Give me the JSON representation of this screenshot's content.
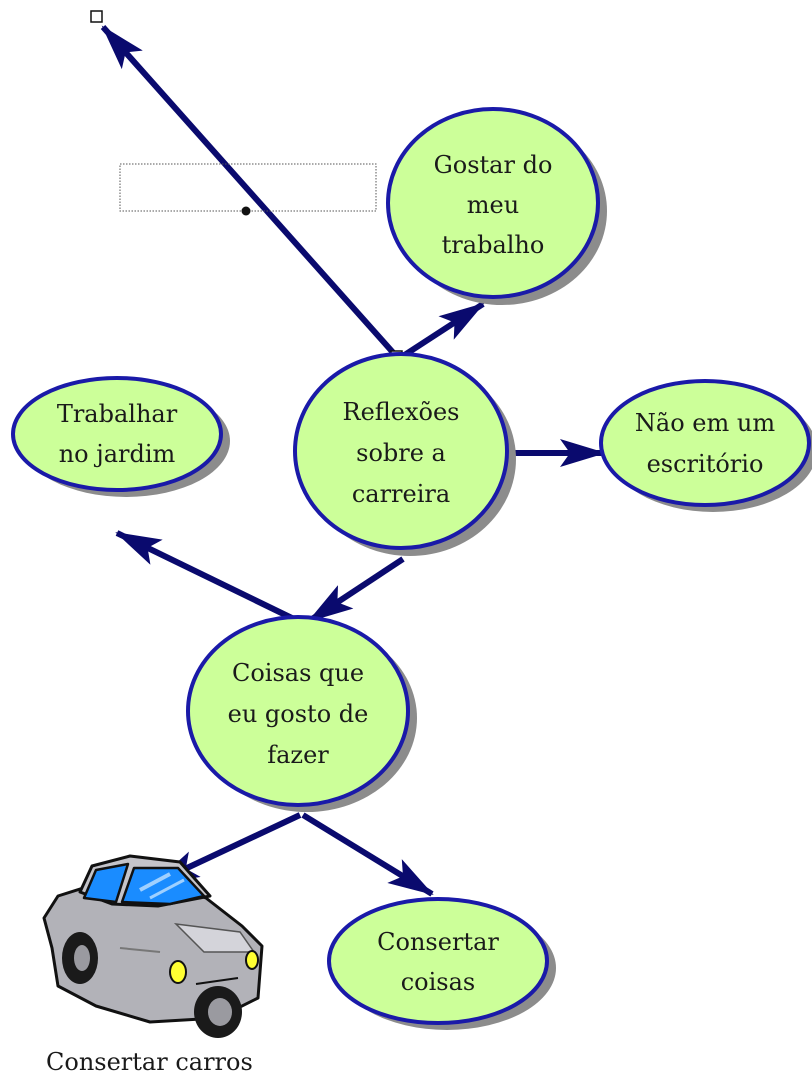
{
  "diagram": {
    "colors": {
      "node_fill": "#ccff99",
      "node_stroke": "#1a1aa8",
      "node_shadow": "#8c8c8c",
      "arrow": "#0a0a6e",
      "selection_box": "#555555"
    },
    "nodes": {
      "central": {
        "lines": [
          "Reflexões",
          "sobre a",
          "carreira"
        ]
      },
      "gostar": {
        "lines": [
          "Gostar do",
          "meu",
          "trabalho"
        ]
      },
      "nao_escritorio": {
        "lines": [
          "Não em um",
          "escritório"
        ]
      },
      "trabalhar": {
        "lines": [
          "Trabalhar",
          "no jardim"
        ]
      },
      "coisas": {
        "lines": [
          "Coisas que",
          "eu gosto de",
          "fazer"
        ]
      },
      "consertar_coisas": {
        "lines": [
          "Consertar",
          "coisas"
        ]
      }
    },
    "car": {
      "icon": "car-icon",
      "caption": "Consertar carros"
    }
  }
}
